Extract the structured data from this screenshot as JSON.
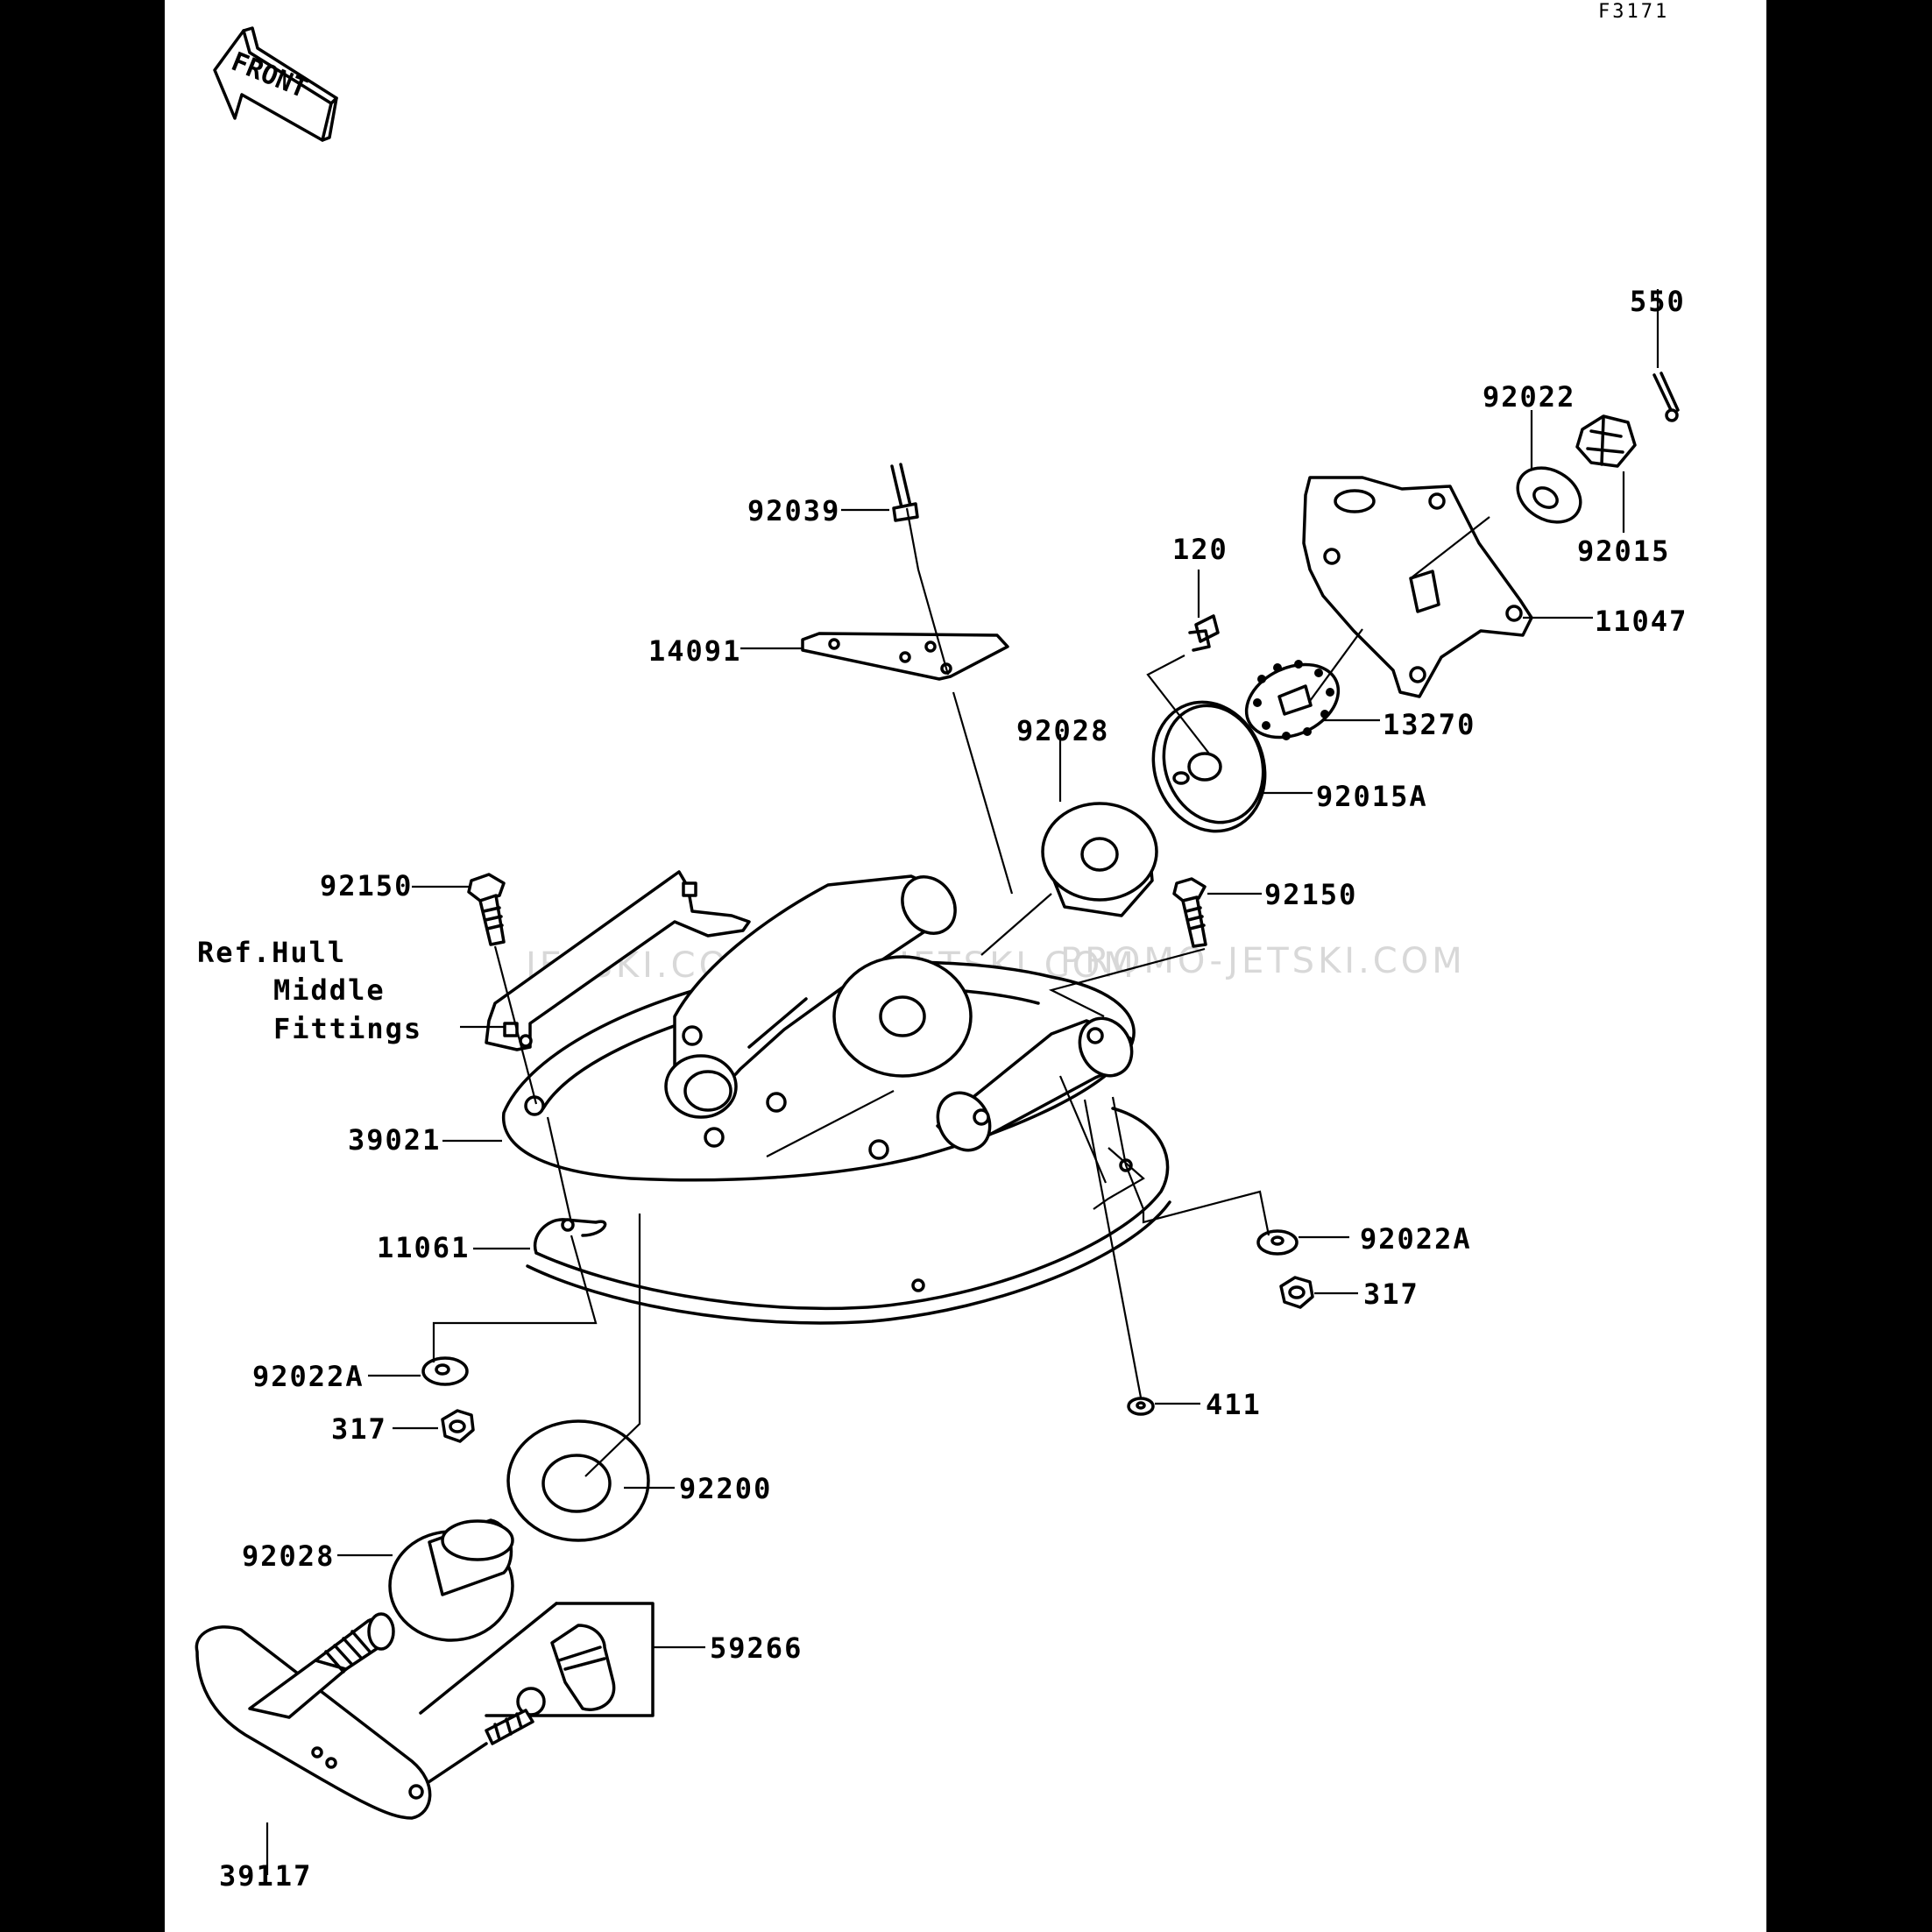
{
  "figure_code": "F3171",
  "front_marker": "FRONT",
  "watermarks": [
    "JETSKI.COM",
    "PROMO-JETSKI.COM",
    "PROMO-JETSKI.COM"
  ],
  "callouts": {
    "p550": "550",
    "p92022": "92022",
    "p92015": "92015",
    "p11047": "11047",
    "p120": "120",
    "p92039": "92039",
    "p14091": "14091",
    "p13270": "13270",
    "p92028_top": "92028",
    "p92015A": "92015A",
    "p92150_left": "92150",
    "p92150_right": "92150",
    "p39021": "39021",
    "p11061": "11061",
    "p92022A_right": "92022A",
    "p317_right": "317",
    "p92022A_left": "92022A",
    "p317_left": "317",
    "p411": "411",
    "p92200": "92200",
    "p92028_bottom": "92028",
    "p59266": "59266",
    "p39117": "39117"
  },
  "reference_note": [
    "Ref.Hull",
    "Middle",
    "Fittings"
  ]
}
